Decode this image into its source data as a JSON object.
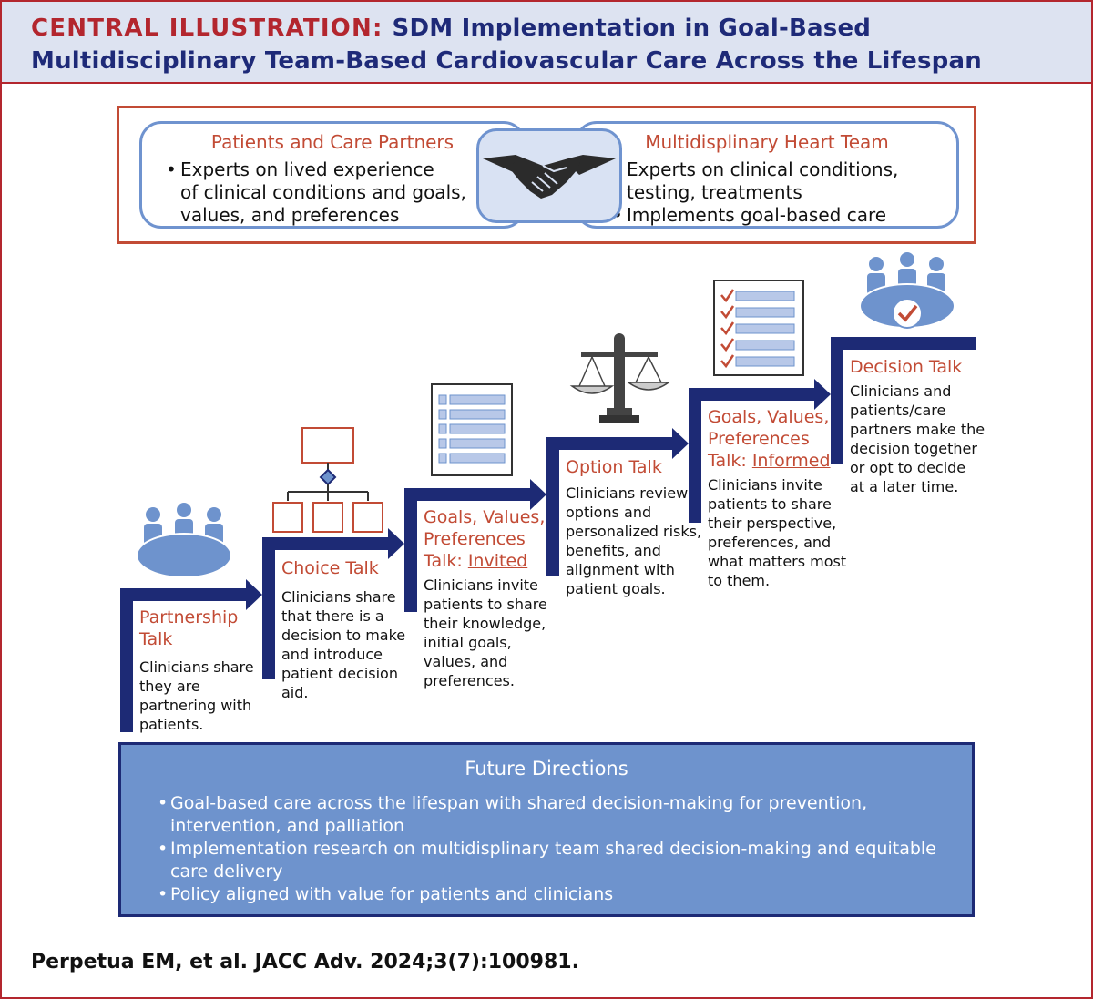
{
  "header": {
    "prefix": "CENTRAL ILLUSTRATION:",
    "title_line1": "SDM Implementation in Goal-Based",
    "title_line2": "Multidisciplinary Team-Based Cardiovascular Care Across the Lifespan"
  },
  "partners": {
    "left": {
      "title": "Patients and Care Partners",
      "bullets": [
        "Experts on lived experience\nof clinical conditions and goals,\nvalues, and preferences"
      ]
    },
    "right": {
      "title": "Multidisplinary Heart Team",
      "bullets": [
        "Experts on clinical conditions,\ntesting, treatments",
        "Implements goal-based care"
      ]
    }
  },
  "steps": [
    {
      "title_lines": [
        "Partnership",
        "Talk"
      ],
      "underline": "",
      "body": "Clinicians share\nthey are\npartnering with\npatients.",
      "icon": "team-table-icon"
    },
    {
      "title_lines": [
        "Choice Talk"
      ],
      "underline": "",
      "body": "Clinicians share\nthat there is a\ndecision to make\nand introduce\npatient decision\naid.",
      "icon": "decision-tree-icon"
    },
    {
      "title_lines": [
        "Goals, Values,",
        "Preferences",
        "Talk: "
      ],
      "underline": "Invited",
      "body": "Clinicians invite\npatients to share\ntheir knowledge,\ninitial goals,\nvalues, and\npreferences.",
      "icon": "list-document-icon"
    },
    {
      "title_lines": [
        "Option Talk"
      ],
      "underline": "",
      "body": "Clinicians review\noptions and\npersonalized risks,\nbenefits, and\nalignment with\npatient goals.",
      "icon": "balance-scale-icon"
    },
    {
      "title_lines": [
        "Goals, Values,",
        "Preferences",
        "Talk: "
      ],
      "underline": "Informed",
      "body": "Clinicians invite\npatients to share\ntheir perspective,\npreferences, and\nwhat matters most\nto them.",
      "icon": "checklist-icon"
    },
    {
      "title_lines": [
        "Decision Talk"
      ],
      "underline": "",
      "body": "Clinicians and\npatients/care\npartners make the\ndecision together\nor opt to decide\nat a later time.",
      "icon": "team-decision-icon"
    }
  ],
  "future": {
    "title": "Future Directions",
    "items": [
      "Goal-based care across the lifespan with shared decision-making for prevention,\nintervention, and palliation",
      "Implementation research on multidisplinary team shared decision-making and equitable\ncare delivery",
      "Policy aligned with value for patients and clinicians"
    ]
  },
  "citation": "Perpetua EM, et al. JACC Adv. 2024;3(7):100981.",
  "colors": {
    "navy": "#1d2a75",
    "red": "#b3262e",
    "title_red": "#c24b35",
    "blue": "#6e93cd",
    "light_blue": "#d9e2f3"
  }
}
